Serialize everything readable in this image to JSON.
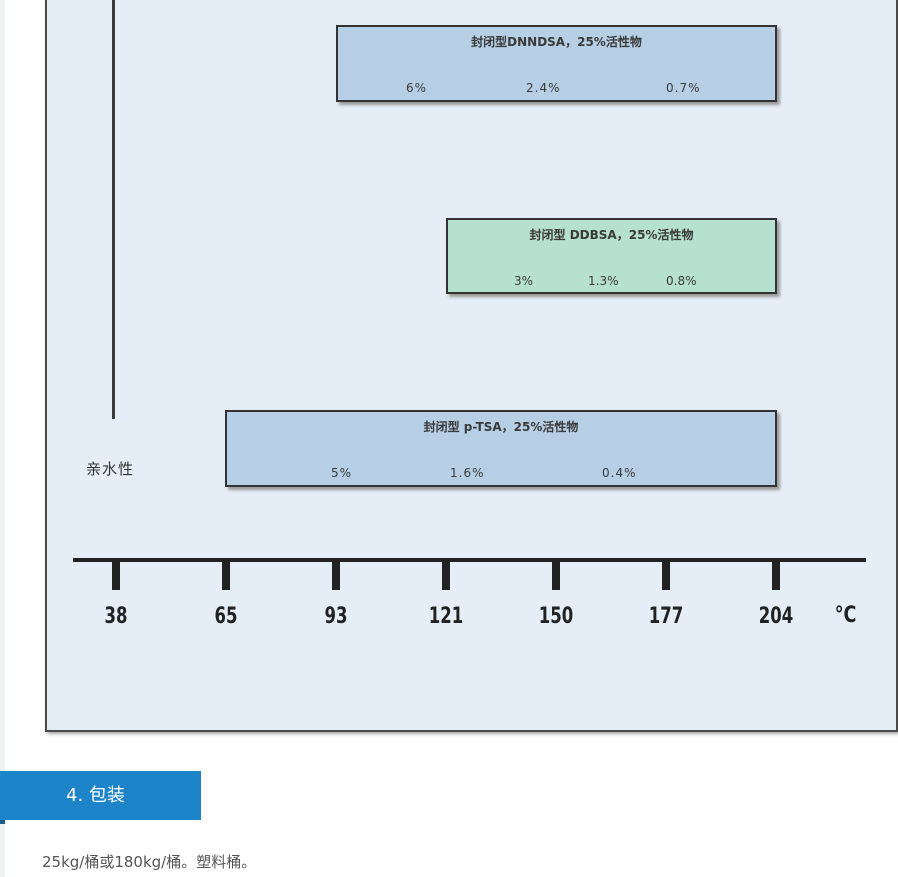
{
  "diagram": {
    "y_axis_label": "亲水性",
    "boxes": [
      {
        "title": "封闭型DNNDSA，25%活性物",
        "values": [
          "6%",
          "2.4%",
          "0.7%"
        ],
        "color": "#b6cfe5"
      },
      {
        "title": "封闭型 DDBSA，25%活性物",
        "values": [
          "3%",
          "1.3%",
          "0.8%"
        ],
        "color": "#b7e1cf"
      },
      {
        "title": "封闭型 p-TSA，25%活性物",
        "values": [
          "5%",
          "1.6%",
          "0.4%"
        ],
        "color": "#b6cfe5"
      }
    ],
    "x_ticks": [
      "38",
      "65",
      "93",
      "121",
      "150",
      "177",
      "204"
    ],
    "x_unit": "°C"
  },
  "section": {
    "title": "4. 包装",
    "color": "#1e84c9"
  },
  "content": {
    "text": "25kg/桶或180kg/桶。塑料桶。"
  }
}
